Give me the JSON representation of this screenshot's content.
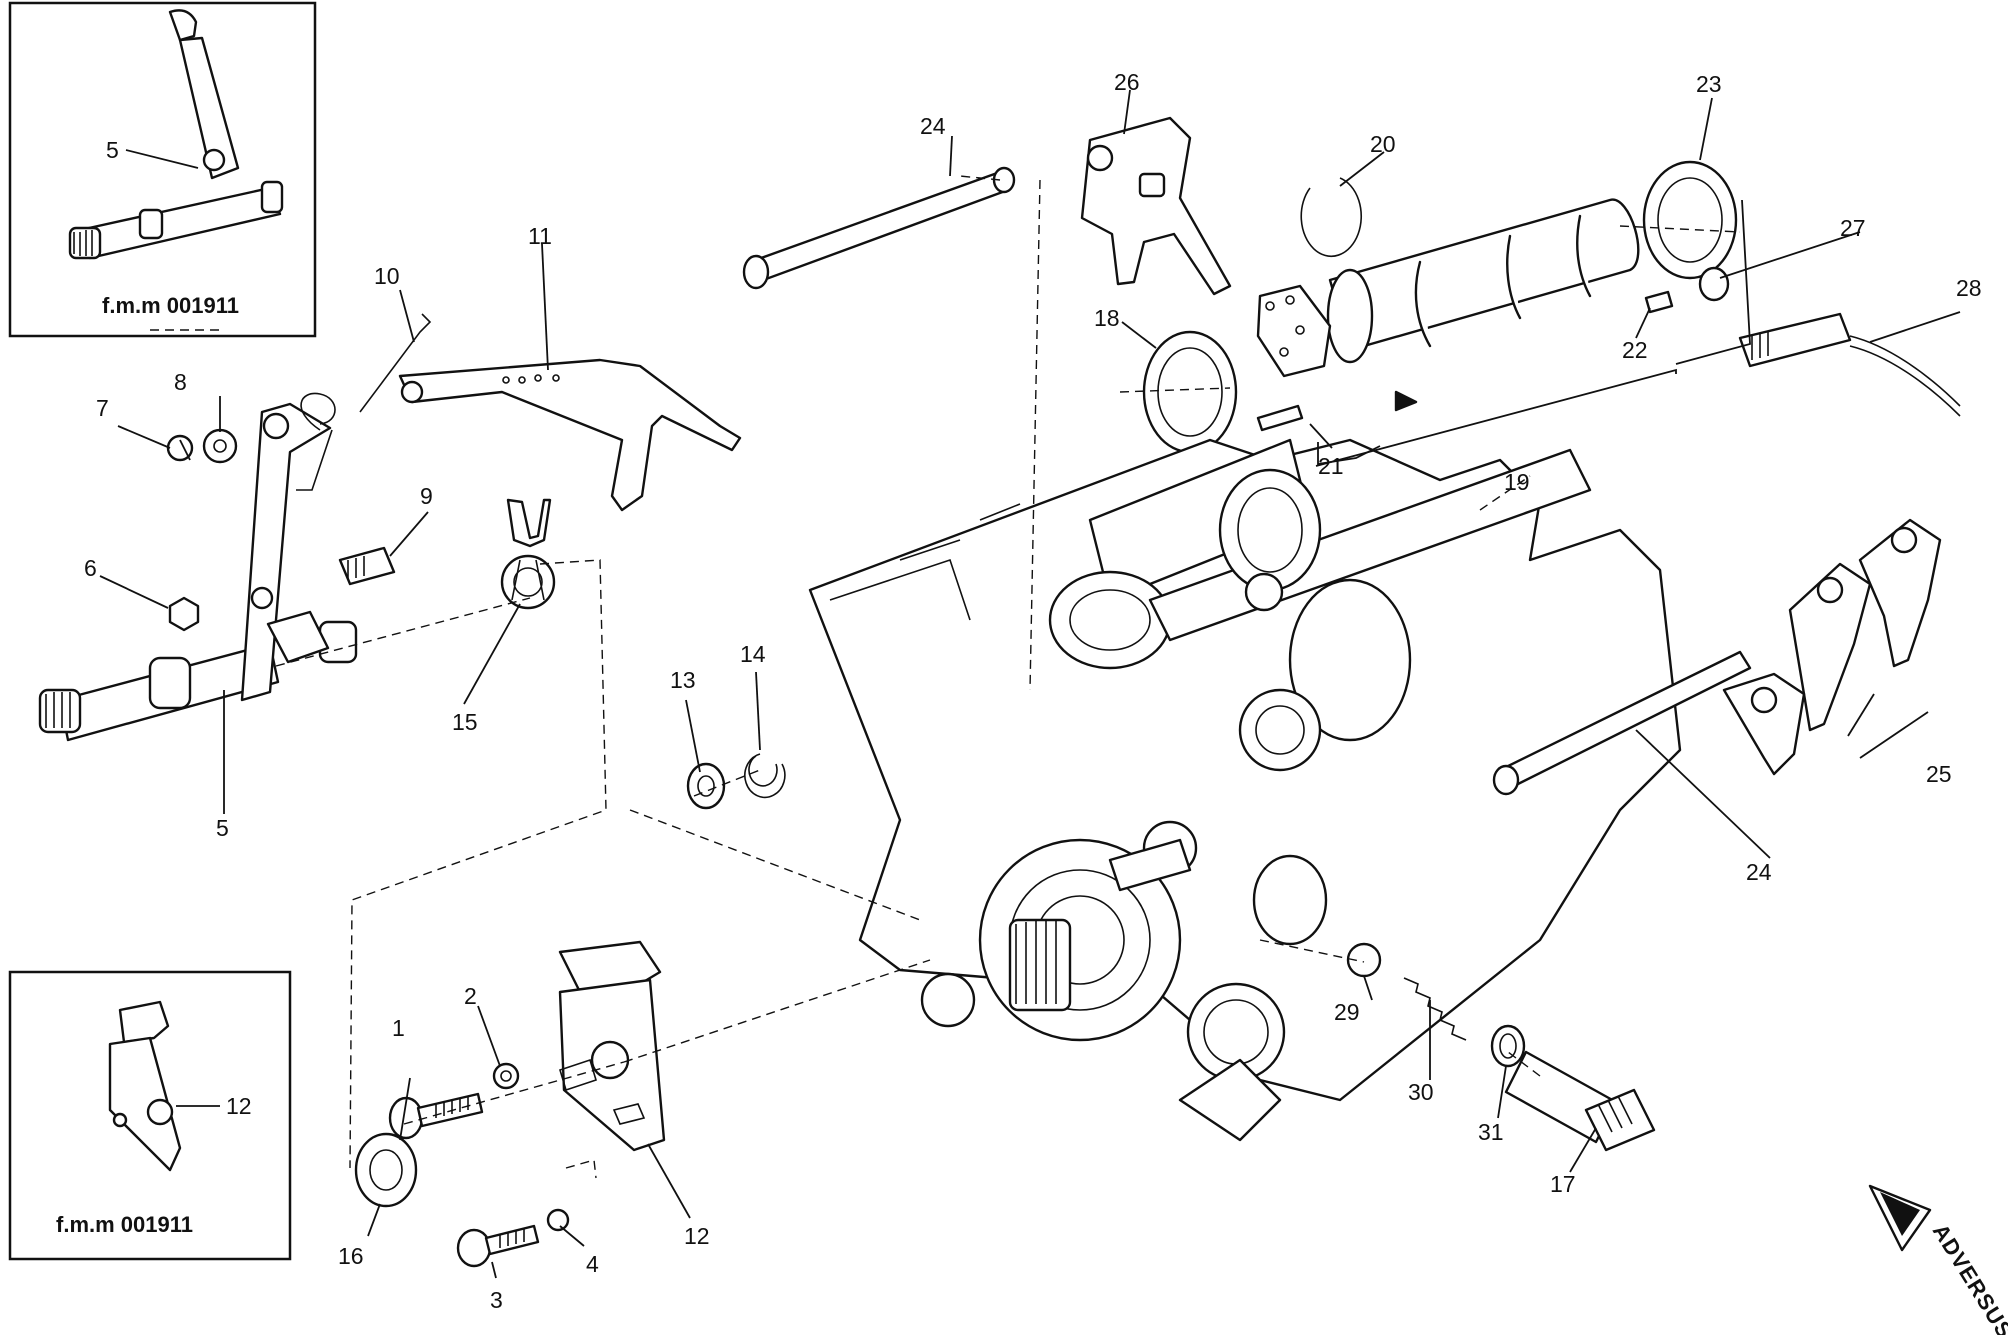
{
  "insets": [
    {
      "caption": "f.m.m  001911",
      "callouts": [
        "5"
      ]
    },
    {
      "caption": "f.m.m  001911",
      "callouts": [
        "12"
      ]
    }
  ],
  "callouts": [
    "1",
    "2",
    "3",
    "4",
    "5",
    "5",
    "6",
    "7",
    "8",
    "9",
    "10",
    "11",
    "12",
    "13",
    "14",
    "15",
    "16",
    "17",
    "18",
    "19",
    "20",
    "21",
    "22",
    "23",
    "24",
    "24",
    "25",
    "26",
    "27",
    "28",
    "29",
    "30",
    "31"
  ],
  "brand": "ADVERSUS"
}
